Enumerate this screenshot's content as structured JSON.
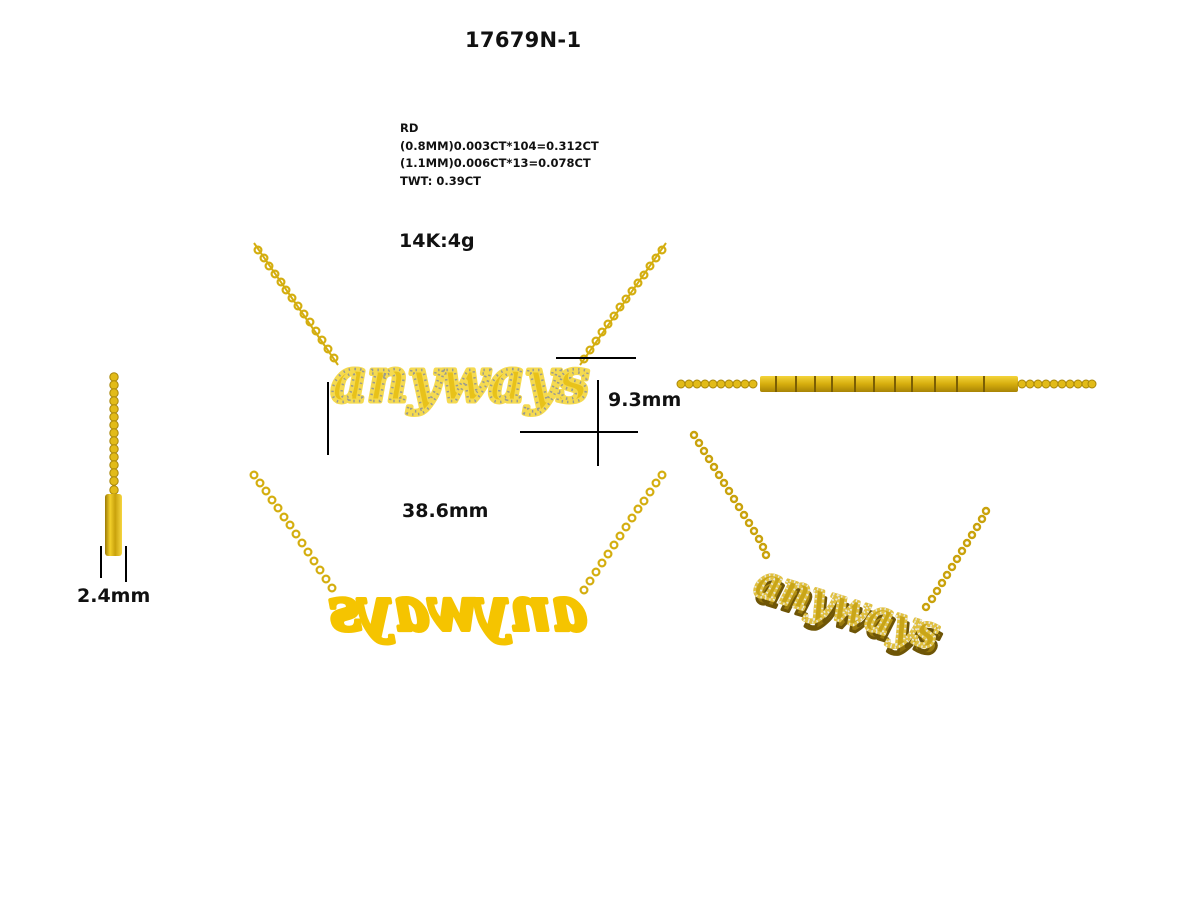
{
  "drawing": {
    "title": "17679N-1",
    "stone_specs": {
      "lines": [
        "RD",
        "(0.8MM)0.003CT*104=0.312CT",
        "(1.1MM)0.006CT*13=0.078CT",
        "TWT:  0.39CT"
      ]
    },
    "metal_weight": "14K:4g",
    "dimensions": {
      "height": "9.3mm",
      "width": "38.6mm",
      "thickness": "2.4mm"
    },
    "nameplate_text": "anyways",
    "colors": {
      "gold": "#E8C21A",
      "gold_dark": "#B8960A",
      "gold_flat": "#F5C400",
      "stone": "#C8C8C0",
      "line": "#000000"
    },
    "views": [
      {
        "name": "front-view-with-stones"
      },
      {
        "name": "back-view-mirrored"
      },
      {
        "name": "side-view"
      },
      {
        "name": "top-view"
      },
      {
        "name": "perspective-view"
      }
    ]
  }
}
